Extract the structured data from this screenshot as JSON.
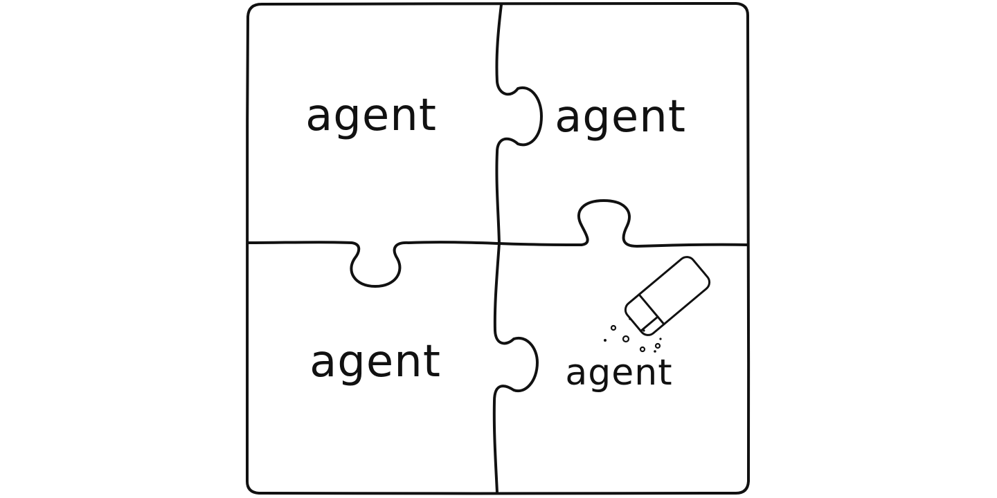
{
  "pieces": [
    {
      "label": "agent"
    },
    {
      "label": "agent"
    },
    {
      "label": "agent"
    },
    {
      "label": "agent"
    }
  ],
  "colors": {
    "ink": "#111111",
    "background": "#ffffff"
  },
  "icons": {
    "eraser": "eraser-icon"
  }
}
